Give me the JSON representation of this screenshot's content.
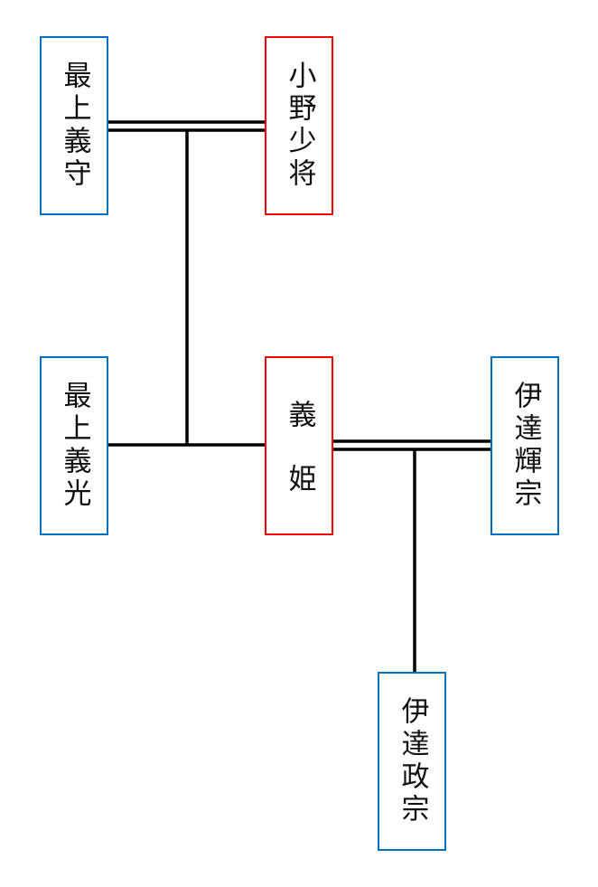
{
  "people": {
    "mogami_yoshimori": {
      "name": "最上義守",
      "gender": "male"
    },
    "ono_shosho": {
      "name": "小野少将",
      "gender": "female"
    },
    "mogami_yoshiaki": {
      "name": "最上義光",
      "gender": "male"
    },
    "yoshihime": {
      "name": "義姫",
      "gender": "female"
    },
    "date_terumune": {
      "name": "伊達輝宗",
      "gender": "male"
    },
    "date_masamune": {
      "name": "伊達政宗",
      "gender": "male"
    }
  },
  "colors": {
    "male": "#0070c0",
    "female": "#ff0000",
    "line": "#000000"
  }
}
